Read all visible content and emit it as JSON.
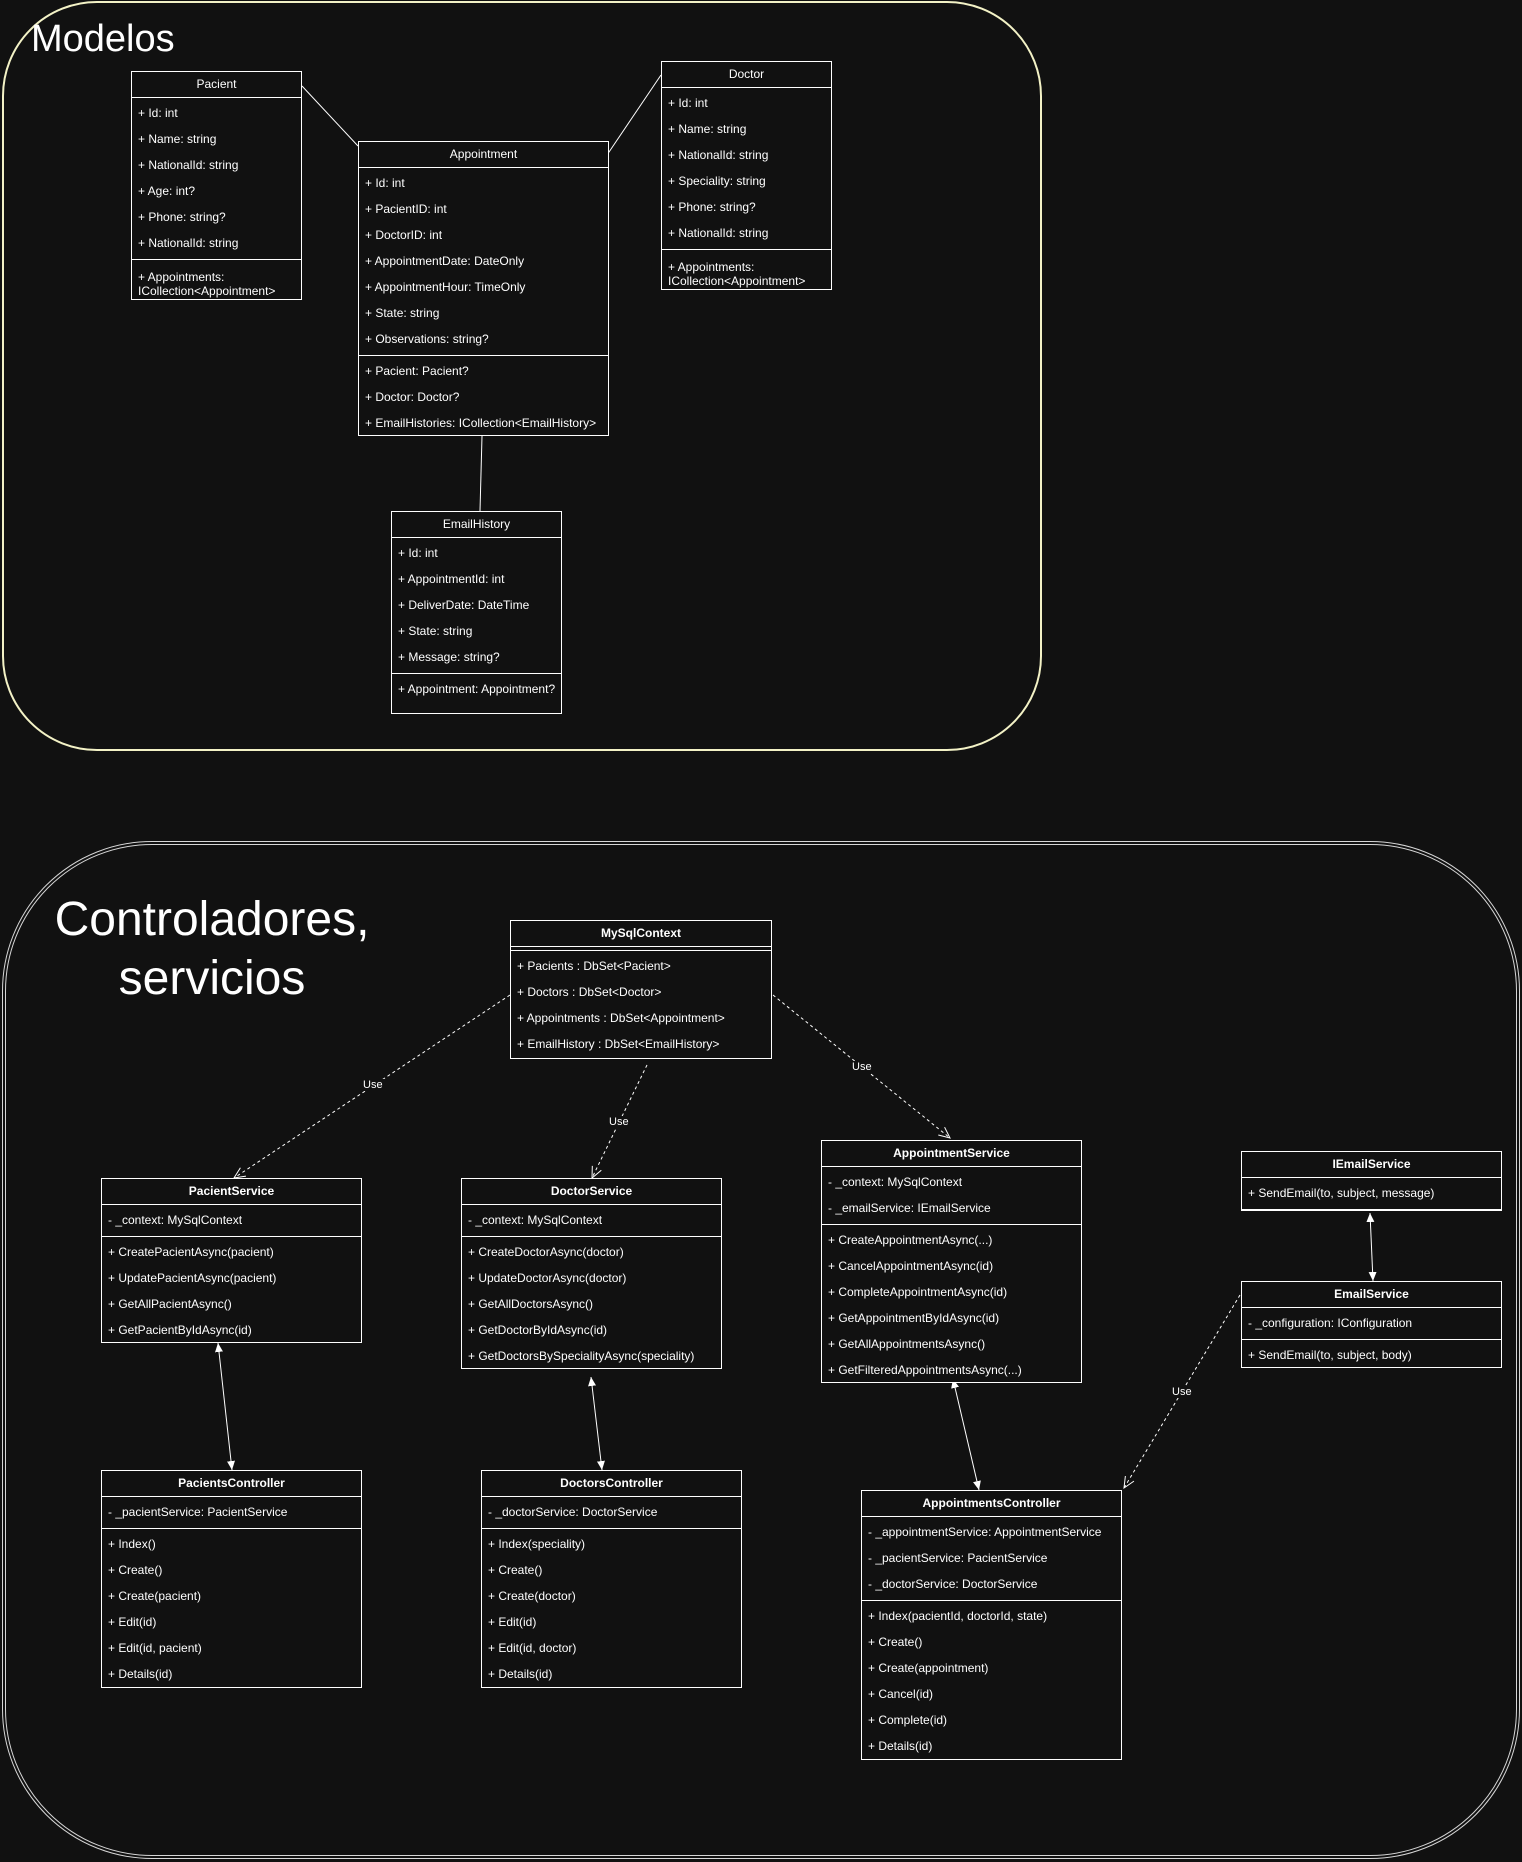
{
  "groups": {
    "models": "Modelos",
    "controllers_line1": "Controladores,",
    "controllers_line2": "servicios"
  },
  "edge_label": "Use",
  "classes": {
    "pacient": {
      "name": "Pacient",
      "attrs": [
        "+ Id: int",
        "+ Name: string",
        "+ NationalId: string",
        "+ Age: int?",
        "+ Phone: string?",
        "+ NationalId: string"
      ],
      "nav": [
        "+ Appointments: ICollection<Appointment>"
      ]
    },
    "appointment": {
      "name": "Appointment",
      "attrs": [
        "+ Id: int",
        "+ PacientID: int",
        "+ DoctorID: int",
        "+ AppointmentDate: DateOnly",
        "+ AppointmentHour: TimeOnly",
        "+ State: string",
        "+ Observations: string?"
      ],
      "nav": [
        "+ Pacient: Pacient?",
        "+ Doctor: Doctor?",
        "+ EmailHistories: ICollection<EmailHistory>"
      ]
    },
    "doctor": {
      "name": "Doctor",
      "attrs": [
        "+ Id: int",
        "+ Name: string",
        "+ NationalId: string",
        "+ Speciality: string",
        "+ Phone: string?",
        "+ NationalId: string"
      ],
      "nav": [
        "+ Appointments: ICollection<Appointment>"
      ]
    },
    "emailhistory": {
      "name": "EmailHistory",
      "attrs": [
        "+ Id: int",
        "+ AppointmentId: int",
        "+ DeliverDate: DateTime",
        "+ State: string",
        "+ Message: string?"
      ],
      "nav": [
        "+ Appointment: Appointment?"
      ]
    },
    "mysqlcontext": {
      "name": "MySqlContext",
      "props": [
        "+ Pacients : DbSet<Pacient>",
        "+ Doctors : DbSet<Doctor>",
        "+ Appointments : DbSet<Appointment>",
        "+ EmailHistory : DbSet<EmailHistory>"
      ]
    },
    "pacientservice": {
      "name": "PacientService",
      "fields": [
        "- _context: MySqlContext"
      ],
      "methods": [
        "+ CreatePacientAsync(pacient)",
        "+ UpdatePacientAsync(pacient)",
        "+ GetAllPacientAsync()",
        "+ GetPacientByIdAsync(id)"
      ]
    },
    "doctorservice": {
      "name": "DoctorService",
      "fields": [
        "- _context: MySqlContext"
      ],
      "methods": [
        "+ CreateDoctorAsync(doctor)",
        "+ UpdateDoctorAsync(doctor)",
        "+ GetAllDoctorsAsync()",
        "+ GetDoctorByIdAsync(id)",
        "+ GetDoctorsBySpecialityAsync(speciality)"
      ]
    },
    "appointmentservice": {
      "name": "AppointmentService",
      "fields": [
        "- _context: MySqlContext",
        "- _emailService: IEmailService"
      ],
      "methods": [
        "+ CreateAppointmentAsync(...)",
        "+ CancelAppointmentAsync(id)",
        "+ CompleteAppointmentAsync(id)",
        "+ GetAppointmentByIdAsync(id)",
        "+ GetAllAppointmentsAsync()",
        "+ GetFilteredAppointmentsAsync(...)"
      ]
    },
    "iemailservice": {
      "name": "IEmailService",
      "methods": [
        "+ SendEmail(to, subject, message)"
      ]
    },
    "emailservice": {
      "name": "EmailService",
      "fields": [
        "- _configuration: IConfiguration"
      ],
      "methods": [
        "+ SendEmail(to, subject, body)"
      ]
    },
    "pacientscontroller": {
      "name": "PacientsController",
      "fields": [
        "- _pacientService: PacientService"
      ],
      "methods": [
        "+ Index()",
        "+ Create()",
        "+ Create(pacient)",
        "+ Edit(id)",
        " + Edit(id, pacient)",
        "+ Details(id)"
      ]
    },
    "doctorscontroller": {
      "name": "DoctorsController",
      "fields": [
        "- _doctorService: DoctorService"
      ],
      "methods": [
        "+ Index(speciality)",
        "+ Create()",
        "+ Create(doctor)",
        "+ Edit(id)",
        " + Edit(id, doctor)",
        "+ Details(id)"
      ]
    },
    "appointmentscontroller": {
      "name": "AppointmentsController",
      "fields": [
        "- _appointmentService: AppointmentService",
        "- _pacientService: PacientService",
        "- _doctorService: DoctorService"
      ],
      "methods": [
        "+ Index(pacientId, doctorId, state)",
        "+ Create()",
        "+ Create(appointment)",
        "+ Cancel(id)",
        " + Complete(id)",
        "+ Details(id)"
      ]
    }
  }
}
